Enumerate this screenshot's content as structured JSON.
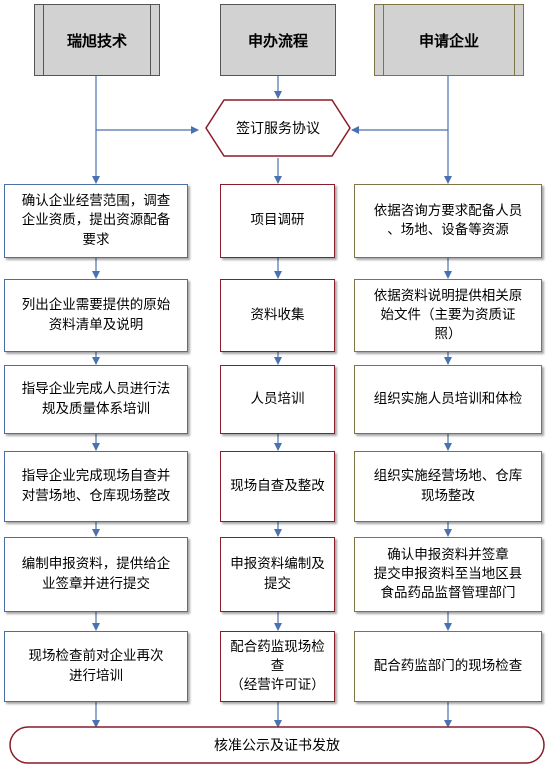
{
  "columns": {
    "left": "瑞旭技术",
    "middle": "申办流程",
    "right": "申请企业"
  },
  "start": "签订服务协议",
  "rows": [
    {
      "left": "确认企业经营范围，调查\n企业资质，提出资源配备\n要求",
      "middle": "项目调研",
      "right": "依据咨询方要求配备人员\n、场地、设备等资源"
    },
    {
      "left": "列出企业需要提供的原始\n资料清单及说明",
      "middle": "资料收集",
      "right": "依据资料说明提供相关原\n始文件（主要为资质证\n照）"
    },
    {
      "left": "指导企业完成人员进行法\n规及质量体系培训",
      "middle": "人员培训",
      "right": "组织实施人员培训和体检"
    },
    {
      "left": "指导企业完成现场自查并\n对营场地、仓库现场整改",
      "middle": "现场自查及整改",
      "right": "组织实施经营场地、仓库\n现场整改"
    },
    {
      "left": "编制申报资料，提供给企\n业签章并进行提交",
      "middle": "申报资料编制及\n提交",
      "right": "确认申报资料并签章\n提交申报资料至当地区县\n食品药品监督管理部门"
    },
    {
      "left": "现场检查前对企业再次\n进行培训",
      "middle": "配合药监现场检\n查\n（经营许可证）",
      "right": "配合药监部门的现场检查"
    }
  ],
  "end": "核准公示及证书发放",
  "colors": {
    "left_border": "#4a6fa5",
    "middle_border": "#8b1c2a",
    "right_border": "#7e7446",
    "arrow": "#4a72b0",
    "header_fill": "#d2d2d2"
  }
}
